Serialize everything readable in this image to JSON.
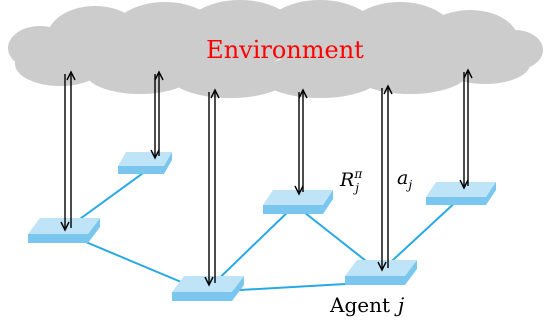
{
  "environment": {
    "label": "Environment",
    "label_color": "#ff0000",
    "cloud_color": "#cccccc"
  },
  "agent_label": {
    "prefix": "Agent",
    "index": "j"
  },
  "signals": {
    "reward_symbol": "R",
    "reward_superscript": "π",
    "reward_subscript": "j",
    "action_symbol": "a",
    "action_subscript": "j"
  },
  "colors": {
    "agent_top": "#bfe3f7",
    "agent_side": "#7ac6ee",
    "network_link": "#29a8e6",
    "arrow": "#000000"
  }
}
